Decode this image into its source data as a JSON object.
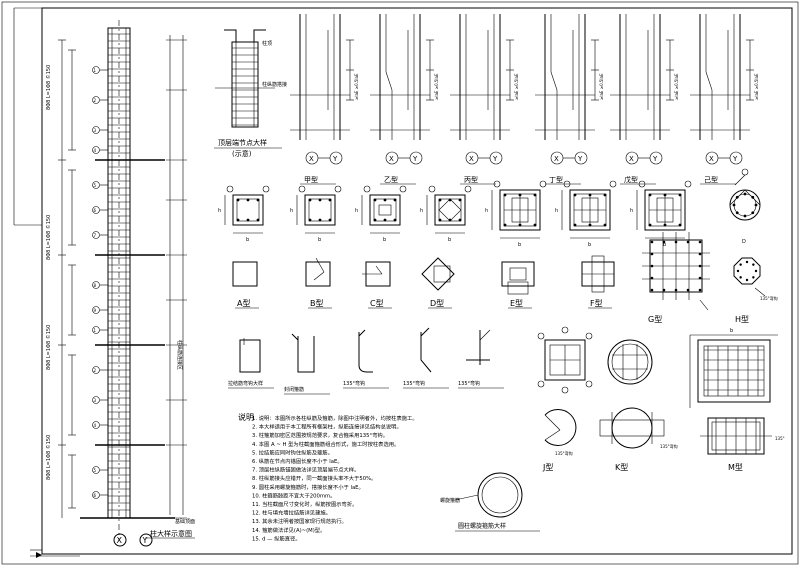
{
  "sheet": {
    "elevation_title": "柱大样示意图",
    "top_detail_title": "顶层端节点大样",
    "top_detail_subtitle": "(示意)",
    "axis_marks": [
      "X",
      "Y"
    ],
    "column_types": [
      "甲型",
      "乙型",
      "丙型",
      "丁型",
      "戊型",
      "己型"
    ],
    "tie_types": [
      "A型",
      "B型",
      "C型",
      "D型",
      "E型",
      "F型",
      "G型",
      "H型",
      "J型",
      "K型",
      "M型"
    ],
    "hook_labels": [
      "拉结筋弯钩大样",
      "封闭箍筋",
      "135°弯钩",
      "135°弯钩",
      "135°弯钩"
    ],
    "round_detail_title": "圆柱螺旋箍筋大样",
    "notes_heading": "说明",
    "notes": [
      "1. 说明：本图所示各柱纵筋及箍筋，除图中注明者外，均按柱表施工。",
      "2. 本大样适用于本工程所有框架柱，纵筋连接详见结构总说明。",
      "3. 柱箍筋加密区范围按规范要求，复合箍采用135°弯钩。",
      "4. 本图 A ~ H 型为柱截面箍筋组合形式，施工时按柱表选用。",
      "5. 拉结筋应同时钩住纵筋及箍筋。",
      "6. 纵筋在节点内锚固长度不小于 laE。",
      "7. 顶层柱纵筋锚固做法详见顶层端节点大样。",
      "8. 柱纵筋接头应错开，同一截面接头率不大于50%。",
      "9. 圆柱采用螺旋箍筋时，搭接长度不小于 laE。",
      "10. 柱箍筋肢距不宜大于200mm。",
      "11. 当柱截面尺寸变化时，纵筋按图示弯折。",
      "12. 柱与填充墙拉结筋详见建施。",
      "13. 其余未注明者按国家现行规范执行。",
      "14. 箍筋做法详见(A)~(M)型。",
      "15. d — 纵筋直径。"
    ]
  }
}
